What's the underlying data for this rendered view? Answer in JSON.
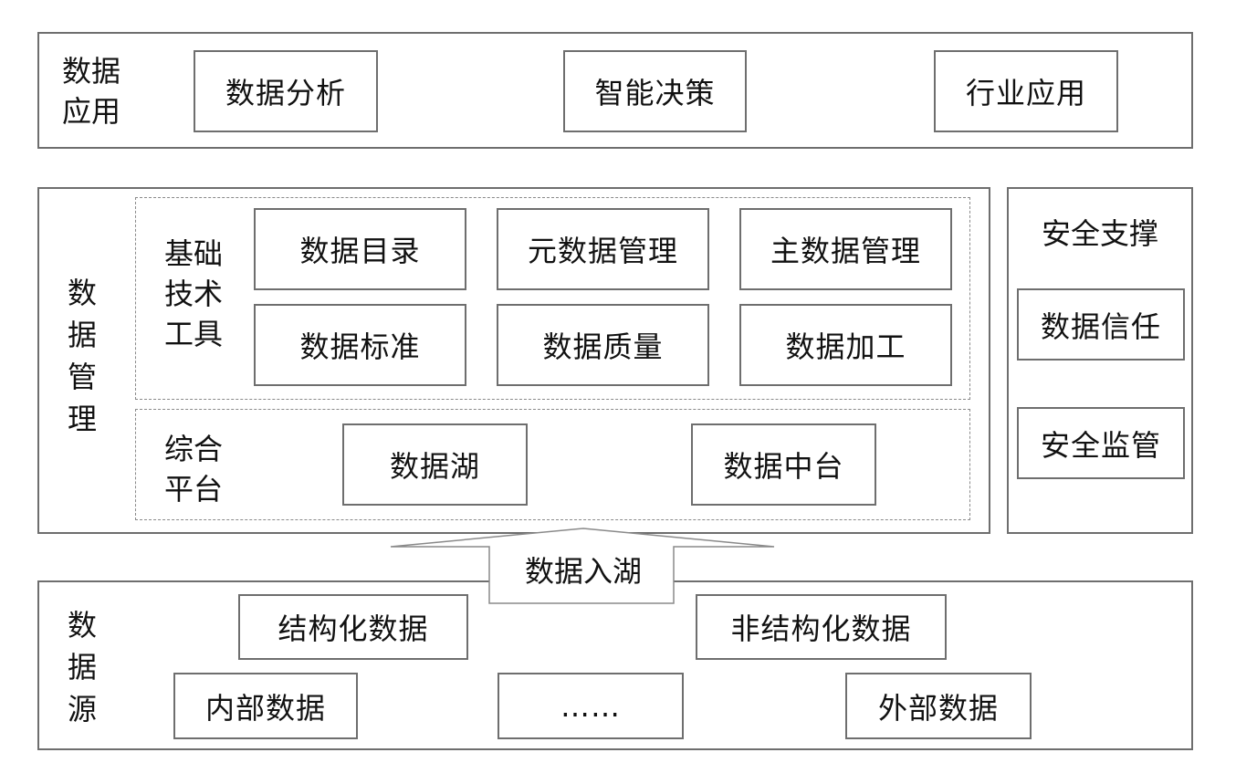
{
  "application_layer": {
    "label": "数据应用",
    "items": [
      "数据分析",
      "智能决策",
      "行业应用"
    ]
  },
  "management_layer": {
    "label": "数据管理",
    "tools_group": {
      "label": "基础技术工具",
      "items": [
        "数据目录",
        "元数据管理",
        "主数据管理",
        "数据标准",
        "数据质量",
        "数据加工"
      ]
    },
    "platform_group": {
      "label": "综合平台",
      "items": [
        "数据湖",
        "数据中台"
      ]
    }
  },
  "security": {
    "label": "安全支撑",
    "items": [
      "数据信任",
      "安全监管"
    ]
  },
  "ingest_arrow": {
    "label": "数据入湖"
  },
  "source_layer": {
    "label": "数据源",
    "items": [
      "结构化数据",
      "非结构化数据",
      "内部数据",
      "……",
      "外部数据"
    ]
  }
}
